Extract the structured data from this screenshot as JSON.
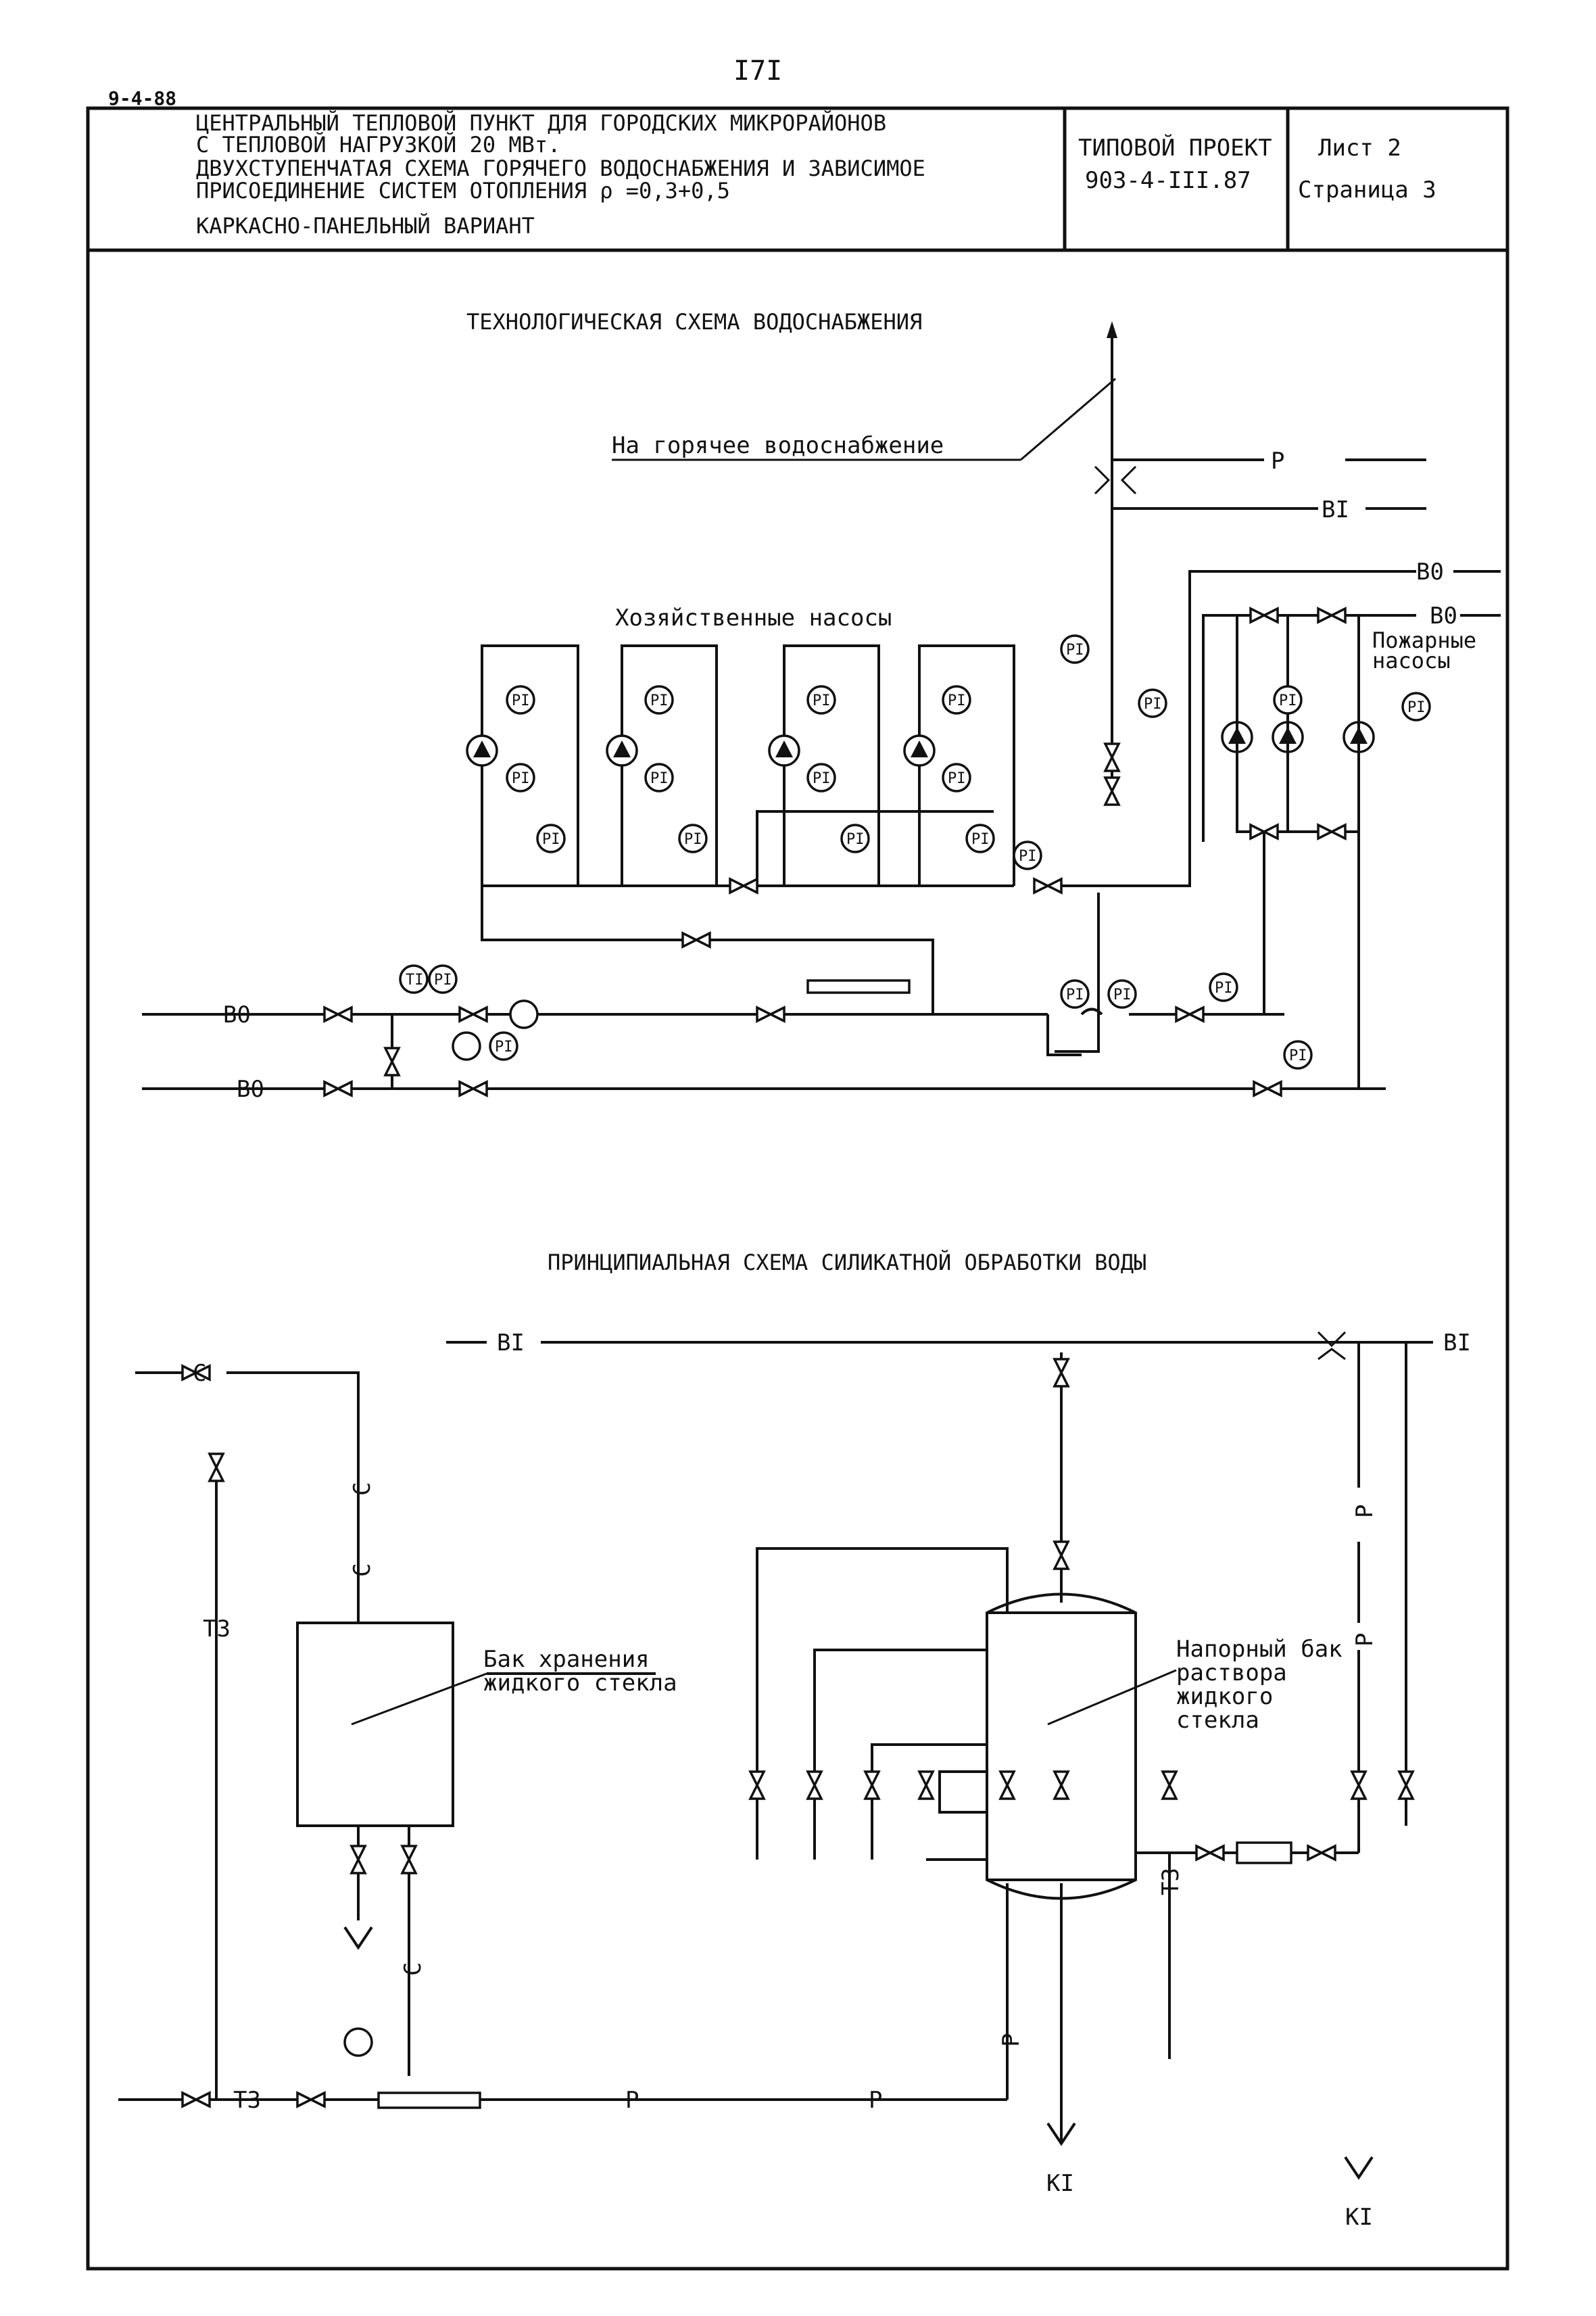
{
  "header": {
    "sheet_code": "9-4-88",
    "page_number": "I7I",
    "title_lines": [
      "ЦЕНТРАЛЬНЫЙ ТЕПЛОВОЙ ПУНКТ ДЛЯ ГОРОДСКИХ МИКРОРАЙОНОВ",
      "С ТЕПЛОВОЙ НАГРУЗКОЙ 20 МВт.",
      "ДВУХСТУПЕНЧАТАЯ СХЕМА ГОРЯЧЕГО ВОДОСНАБЖЕНИЯ И ЗАВИСИМОЕ",
      "ПРИСОЕДИНЕНИЕ СИСТЕМ ОТОПЛЕНИЯ   ρ =0,3+0,5",
      "КАРКАСНО-ПАНЕЛЬНЫЙ ВАРИАНТ"
    ],
    "project_label": "ТИПОВОЙ ПРОЕКТ",
    "project_code": "903-4-III.87",
    "sheet_label": "Лист 2",
    "page_label": "Страница 3"
  },
  "scheme_water": {
    "title": "ТЕХНОЛОГИЧЕСКАЯ СХЕМА ВОДОСНАБЖЕНИЯ",
    "hot_water_label": "На горячее водоснабжение",
    "household_pumps_label": "Хозяйственные насосы",
    "fire_pumps_label": "Пожарные\nнасосы",
    "pipe_p": "Р",
    "pipe_b1": "BI",
    "pipe_b0": "B0",
    "gauge_pi": "PI",
    "gauge_ti": "TI"
  },
  "scheme_silicate": {
    "title": "ПРИНЦИПИАЛЬНАЯ СХЕМА СИЛИКАТНОЙ ОБРАБОТКИ ВОДЫ",
    "storage_tank_label": "Бак хранения\nжидкого стекла",
    "pressure_tank_label": "Напорный бак\nраствора\nжидкого\nстекла",
    "pipe_b1": "BI",
    "pipe_c": "С",
    "pipe_t3": "Т3",
    "pipe_p": "Р",
    "drain_k1": "KI"
  }
}
